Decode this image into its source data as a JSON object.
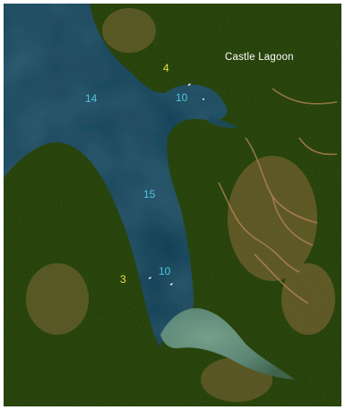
{
  "map": {
    "place_label": "Castle Lagoon",
    "depth_soundings": [
      "14",
      "10",
      "15",
      "10"
    ],
    "markers": [
      "4",
      "3"
    ],
    "colors": {
      "water": "#173f54",
      "land": "#3e5a22",
      "shoal": "#5f8a79",
      "sounding_text": "#4fc4df",
      "marker_text": "#e6e238",
      "place_text": "#ffffff"
    }
  }
}
